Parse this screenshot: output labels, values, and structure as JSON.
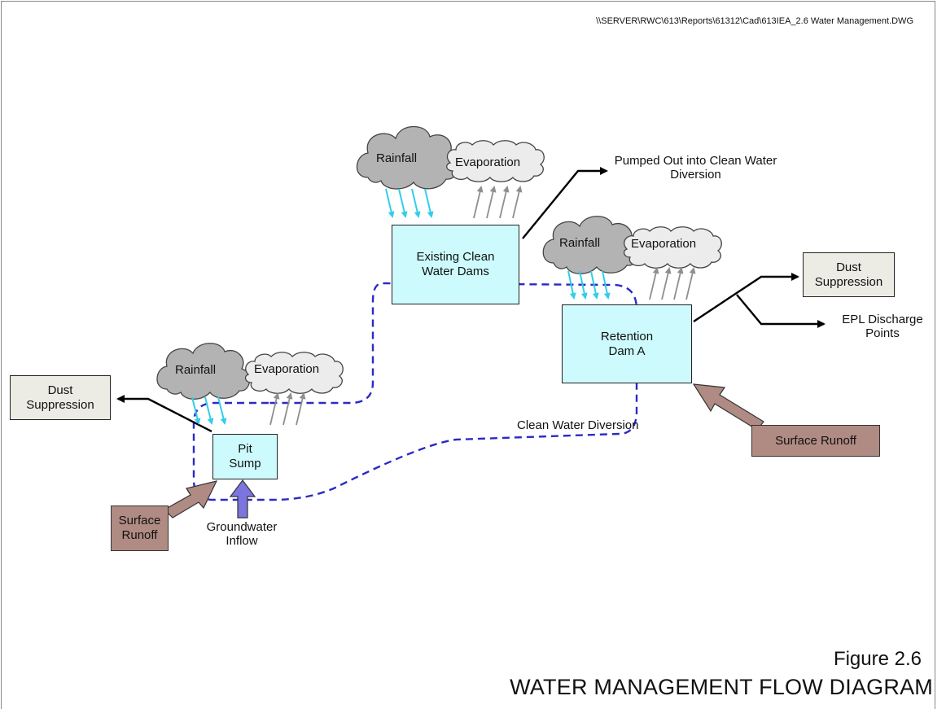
{
  "file_path": "\\\\SERVER\\RWC\\613\\Reports\\61312\\Cad\\613IEA_2.6 Water Management.DWG",
  "figure": {
    "number": "Figure 2.6",
    "title": "WATER MANAGEMENT FLOW DIAGRAM"
  },
  "nodes": {
    "clean_water_dams": "Existing Clean Water Dams",
    "retention_dam": "Retention Dam A",
    "pit_sump": "Pit Sump"
  },
  "clouds": {
    "rainfall": "Rainfall",
    "evaporation": "Evaporation"
  },
  "outputs": {
    "pumped_out": "Pumped Out into Clean Water Diversion",
    "dust_suppression": "Dust Suppression",
    "epl_discharge": "EPL Discharge Points"
  },
  "inputs": {
    "surface_runoff": "Surface Runoff",
    "groundwater": "Groundwater Inflow"
  },
  "labels": {
    "clean_water_diversion": "Clean Water Diversion"
  },
  "colors": {
    "water_box": "#cdfbfd",
    "rain_arrow": "#33cdea",
    "evap_arrow": "#8f8f8f",
    "rain_cloud": "#b3b3b3",
    "evap_cloud": "#ececec",
    "runoff": "#b08b83",
    "groundwater_arrow": "#7b75dd",
    "diversion_line": "#2a2ac6"
  }
}
